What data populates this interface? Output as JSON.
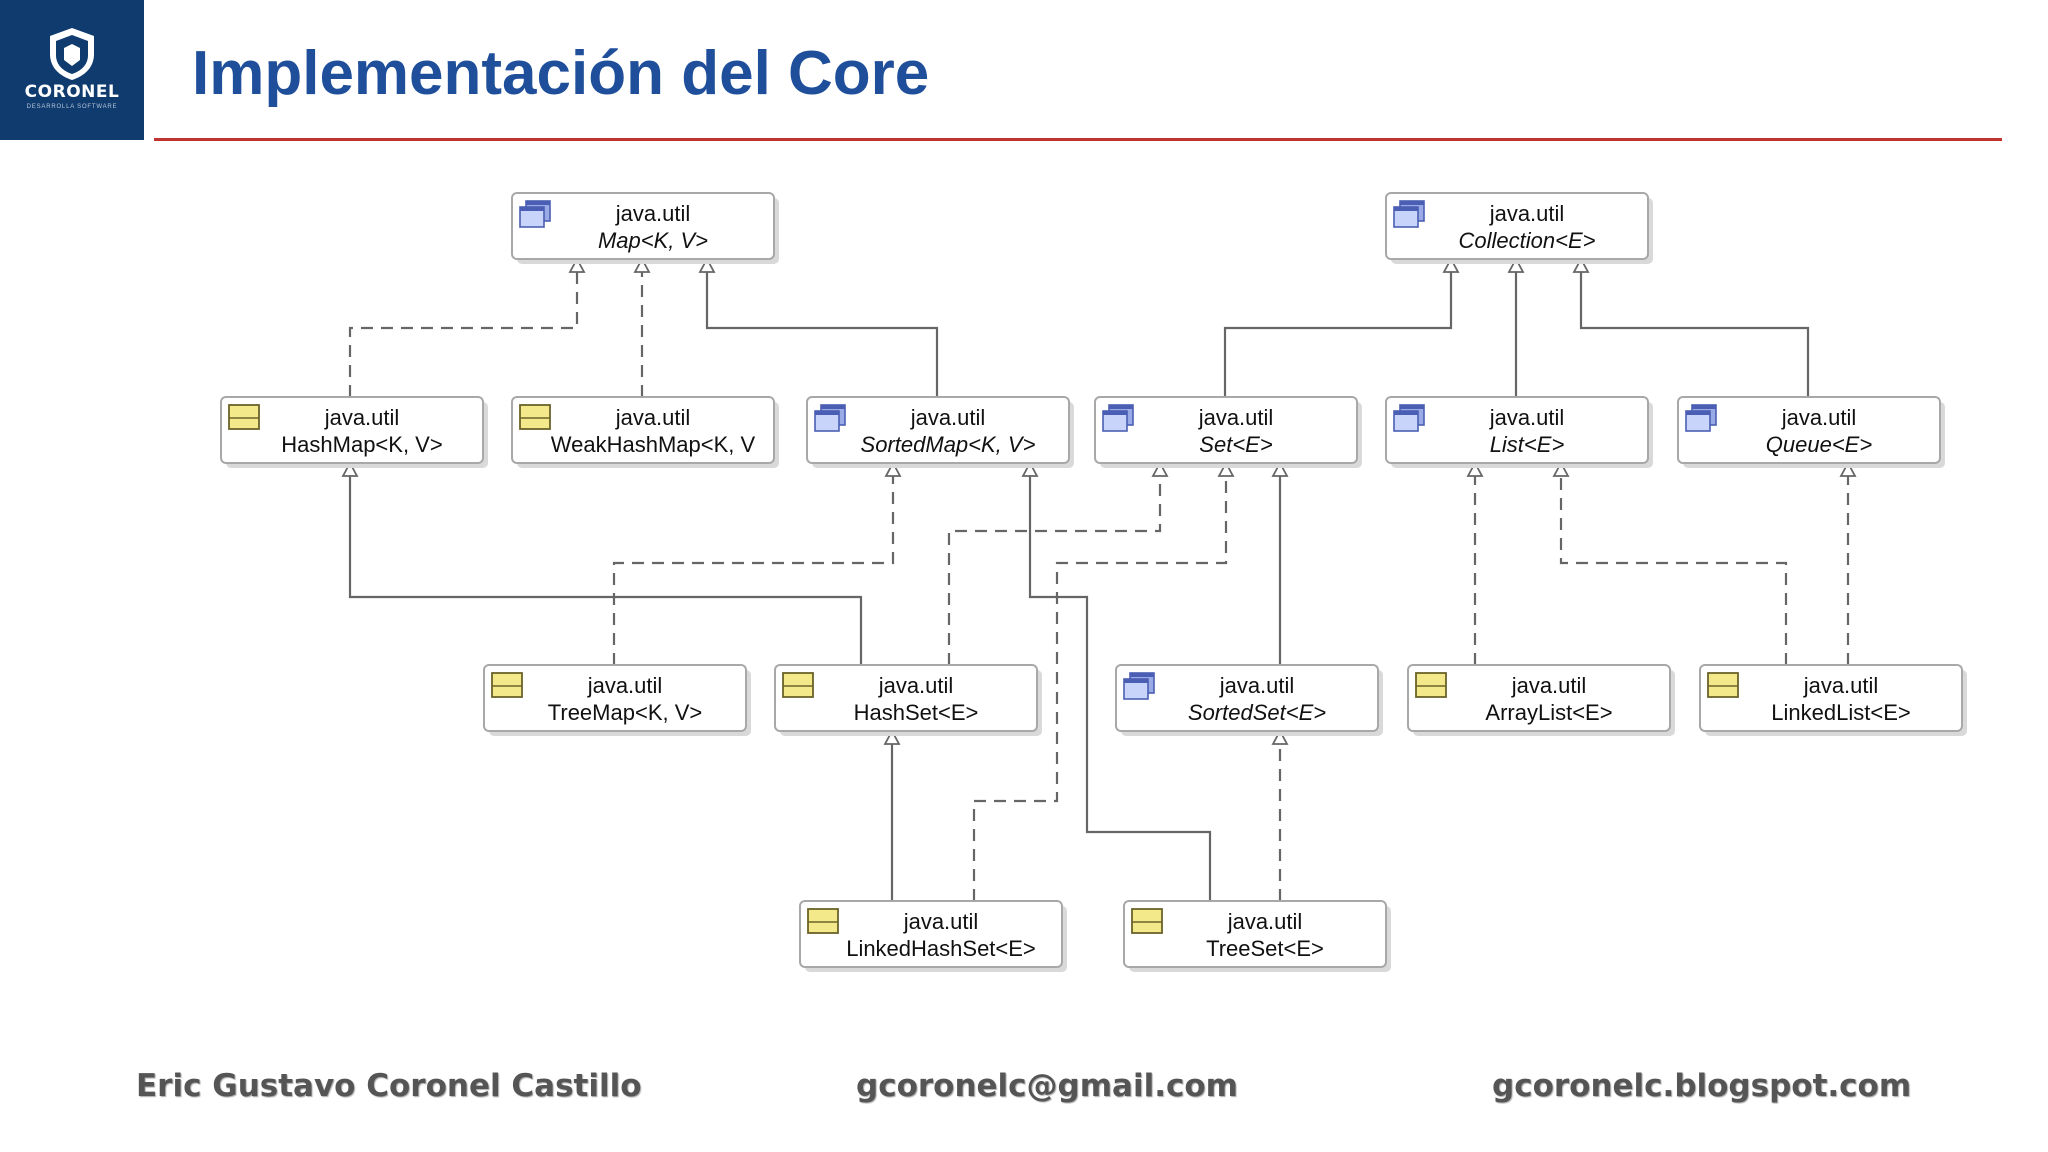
{
  "logo": {
    "brand": "CORONEL",
    "tagline": "DESARROLLA SOFTWARE",
    "colors": {
      "background": "#0f3b6e"
    }
  },
  "title": "Implementación del Core",
  "colors": {
    "title": "#1f4f9a",
    "rule": "#c0332e"
  },
  "diagram": {
    "nodes": [
      {
        "id": "map",
        "package": "java.util",
        "name": "Map<K, V>",
        "kind": "interface"
      },
      {
        "id": "collection",
        "package": "java.util",
        "name": "Collection<E>",
        "kind": "interface"
      },
      {
        "id": "hashmap",
        "package": "java.util",
        "name": "HashMap<K, V>",
        "kind": "class"
      },
      {
        "id": "weakhashmap",
        "package": "java.util",
        "name": "WeakHashMap<K, V",
        "kind": "class"
      },
      {
        "id": "sortedmap",
        "package": "java.util",
        "name": "SortedMap<K, V>",
        "kind": "interface"
      },
      {
        "id": "set",
        "package": "java.util",
        "name": "Set<E>",
        "kind": "interface"
      },
      {
        "id": "list",
        "package": "java.util",
        "name": "List<E>",
        "kind": "interface"
      },
      {
        "id": "queue",
        "package": "java.util",
        "name": "Queue<E>",
        "kind": "interface"
      },
      {
        "id": "treemap",
        "package": "java.util",
        "name": "TreeMap<K, V>",
        "kind": "class"
      },
      {
        "id": "hashset",
        "package": "java.util",
        "name": "HashSet<E>",
        "kind": "class"
      },
      {
        "id": "sortedset",
        "package": "java.util",
        "name": "SortedSet<E>",
        "kind": "interface"
      },
      {
        "id": "arraylist",
        "package": "java.util",
        "name": "ArrayList<E>",
        "kind": "class"
      },
      {
        "id": "linkedlist",
        "package": "java.util",
        "name": "LinkedList<E>",
        "kind": "class"
      },
      {
        "id": "linkedhashset",
        "package": "java.util",
        "name": "LinkedHashSet<E>",
        "kind": "class"
      },
      {
        "id": "treeset",
        "package": "java.util",
        "name": "TreeSet<E>",
        "kind": "class"
      }
    ],
    "edges": [
      {
        "from": "hashmap",
        "to": "map",
        "type": "implements"
      },
      {
        "from": "weakhashmap",
        "to": "map",
        "type": "implements"
      },
      {
        "from": "sortedmap",
        "to": "map",
        "type": "extends"
      },
      {
        "from": "set",
        "to": "collection",
        "type": "extends"
      },
      {
        "from": "list",
        "to": "collection",
        "type": "extends"
      },
      {
        "from": "queue",
        "to": "collection",
        "type": "extends"
      },
      {
        "from": "treemap",
        "to": "sortedmap",
        "type": "implements"
      },
      {
        "from": "hashset",
        "to": "hashmap",
        "type": "uses"
      },
      {
        "from": "hashset",
        "to": "set",
        "type": "implements"
      },
      {
        "from": "treeset",
        "to": "sortedmap",
        "type": "uses"
      },
      {
        "from": "linkedhashset",
        "to": "set",
        "type": "implements"
      },
      {
        "from": "sortedset",
        "to": "set",
        "type": "extends"
      },
      {
        "from": "arraylist",
        "to": "list",
        "type": "implements"
      },
      {
        "from": "linkedlist",
        "to": "list",
        "type": "implements"
      },
      {
        "from": "linkedlist",
        "to": "queue",
        "type": "implements"
      },
      {
        "from": "linkedhashset",
        "to": "hashset",
        "type": "extends"
      },
      {
        "from": "treeset",
        "to": "sortedset",
        "type": "implements"
      }
    ],
    "icons": {
      "interface": "interface-icon",
      "class": "class-icon"
    },
    "colors": {
      "interface_icon": "#7b8fd6",
      "class_icon": "#f3e98a",
      "edge": "#666666"
    }
  },
  "footer": {
    "author": "Eric Gustavo Coronel Castillo",
    "email": "gcoronelc@gmail.com",
    "blog": "gcoronelc.blogspot.com"
  }
}
